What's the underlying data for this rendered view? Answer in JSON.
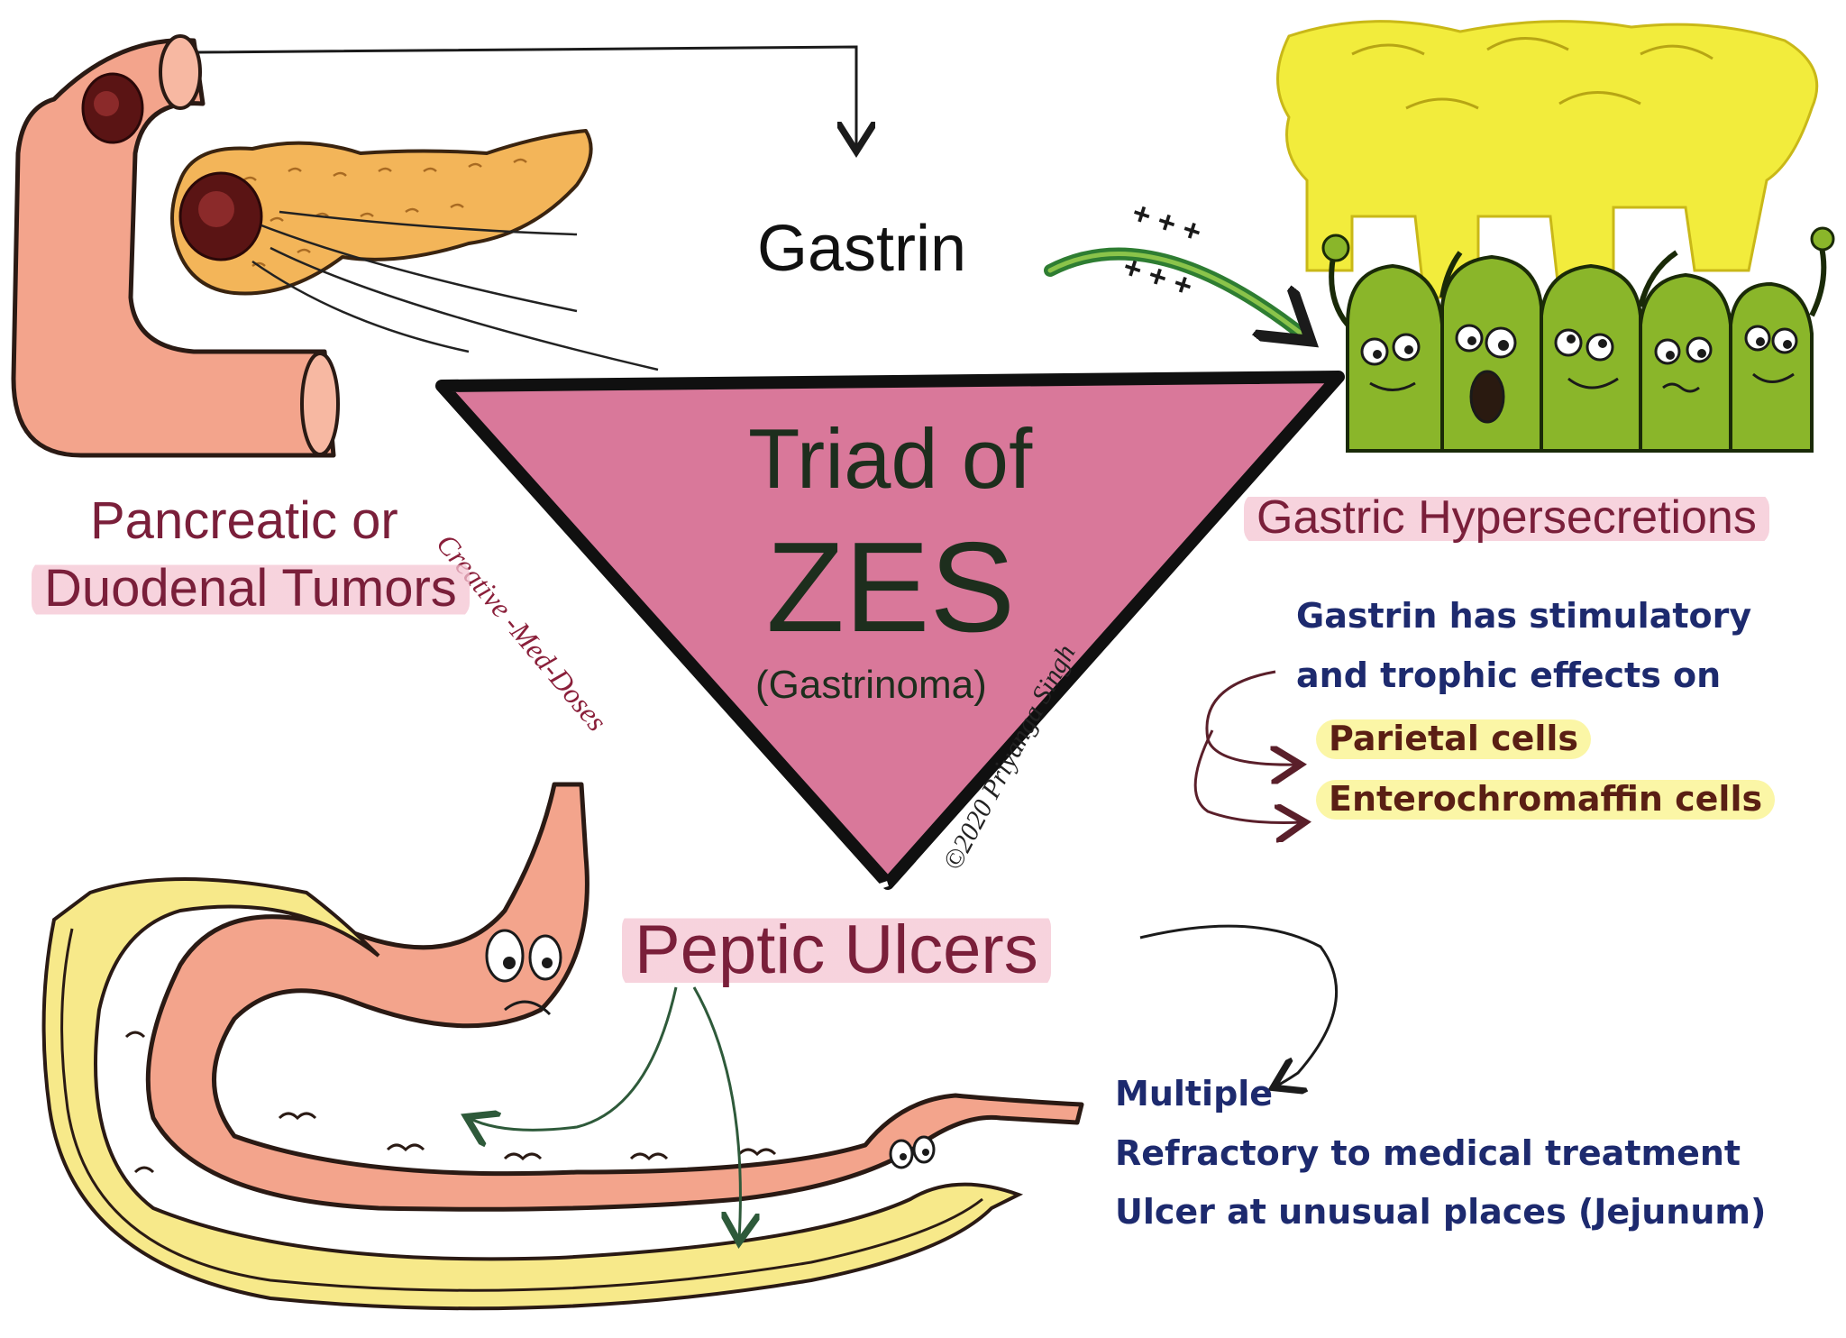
{
  "center": {
    "line1": "Triad of",
    "line2": "ZES",
    "line3": "(Gastrinoma)"
  },
  "top": {
    "hormone": "Gastrin",
    "signs": "+ + +"
  },
  "left": {
    "title_line1": "Pancreatic or",
    "title_line2": "Duodenal Tumors"
  },
  "right": {
    "title": "Gastric Hypersecretions",
    "note_line1": "Gastrin has stimulatory",
    "note_line2": "and trophic effects on",
    "targets": [
      "Parietal cells",
      "Enterochromaffin cells"
    ]
  },
  "bottom": {
    "title": "Peptic Ulcers",
    "features": [
      "Multiple",
      "Refractory to medical treatment",
      "Ulcer at unusual places (Jejunum)"
    ]
  },
  "credits": {
    "left_watermark": "Creative -Med-Doses",
    "right_watermark": "©2020 Priyanga Singh"
  },
  "colors": {
    "triangle_fill": "#d9789a",
    "label_maroon": "#7a1f3a",
    "note_navy": "#1d2a6e",
    "cell_green": "#8ab62a",
    "secretion_yellow": "#f2ec3c",
    "tissue_salmon": "#f3a48c",
    "pancreas_orange": "#f3b559"
  }
}
